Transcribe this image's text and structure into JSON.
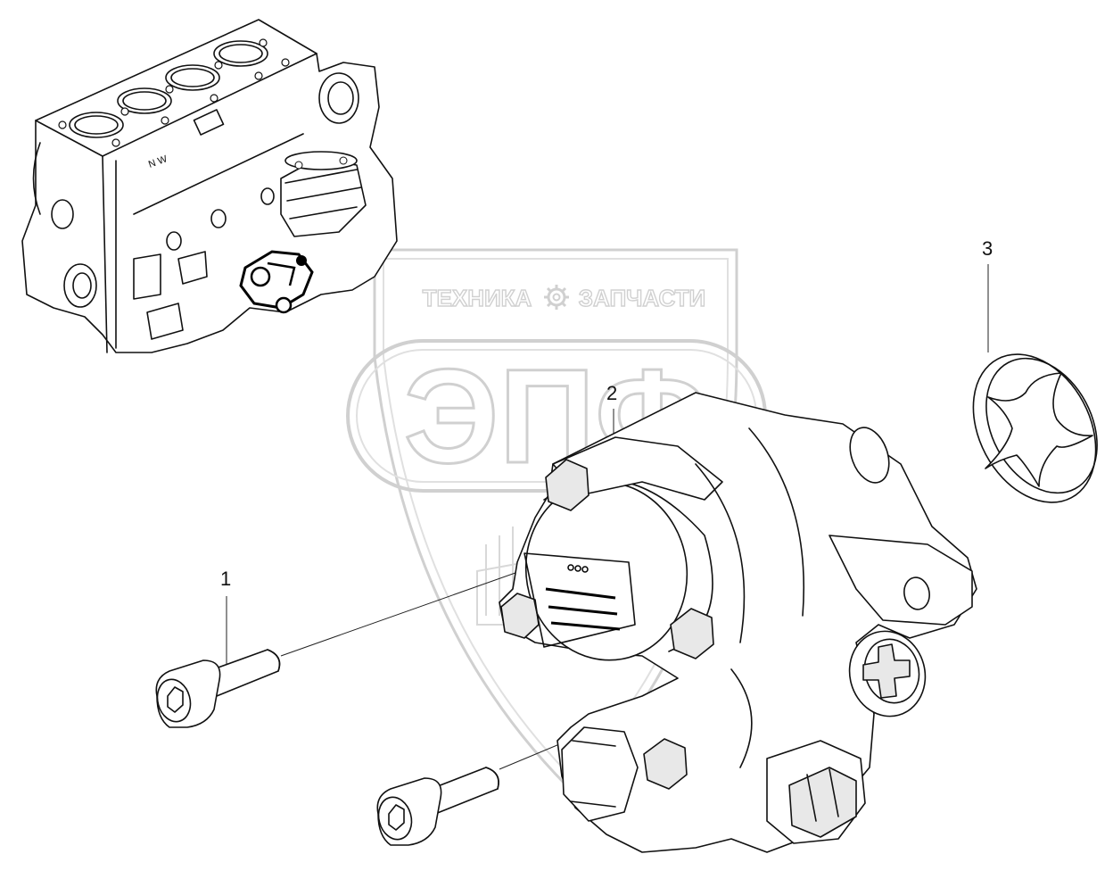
{
  "watermark": {
    "top_left": "ТЕХНИКА",
    "top_right": "ЗАПЧАСТИ",
    "logo": "ЭПФ",
    "gear_icon": "gear-icon"
  },
  "callouts": {
    "part_1": "1",
    "part_2": "2",
    "part_3": "3"
  },
  "engine_marking": "N W"
}
